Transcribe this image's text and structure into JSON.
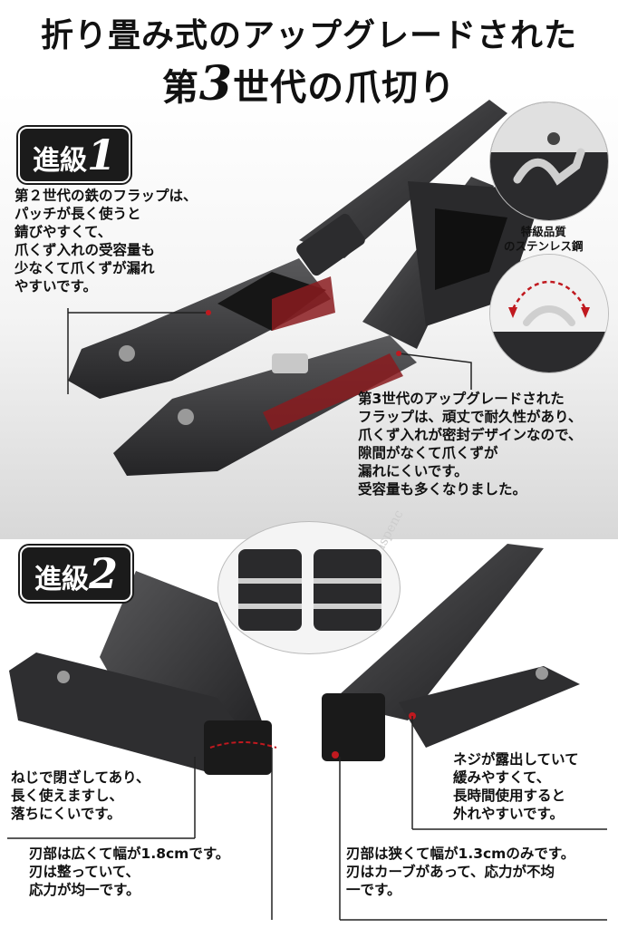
{
  "title": {
    "line1": "折り畳み式のアップグレードされた",
    "line2_pre": "第",
    "line2_num": "3",
    "line2_post": "世代の爪切り"
  },
  "badge1": {
    "label": "進級",
    "num": "1"
  },
  "badge2": {
    "label": "進級",
    "num": "2"
  },
  "text1": "第２世代の鉄のフラップは、\nパッチが長く使うと\n錆びやすくて、\n爪くず入れの受容量も\n少なくて爪くずが漏れ\nやすいです。",
  "text2": "第3世代のアップグレードされた\nフラップは、頑丈で耐久性があり、\n爪くず入れが密封デザインなので、\n隙間がなくて爪くずが\n漏れにくいです。\n受容量も多くなりました。",
  "steel_label": "特級品質\nのステンレス鋼",
  "brand": "Monspenc",
  "text3": "ねじで閉ざしてあり、\n長く使えますし、\n落ちにくいです。",
  "text4": "ネジが露出していて\n緩みやすくて、\n長時間使用すると\n外れやすいです。",
  "text5": "刃部は広くて幅が1.8cmです。\n刃は整っていて、\n応力が均一です。",
  "text6": "刃部は狭くて幅が1.3cmのみです。\n刃はカーブがあって、応力が不均\n一です。",
  "colors": {
    "accent_red": "#c0191f",
    "dark": "#1b1b1b",
    "metal": "#3a3a3c"
  }
}
